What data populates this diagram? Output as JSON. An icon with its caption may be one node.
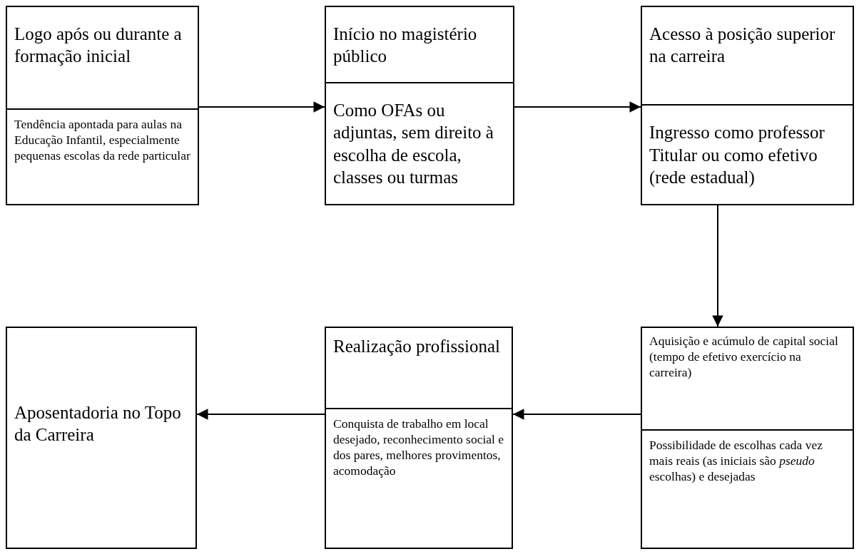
{
  "diagram": {
    "nodes": [
      {
        "text": [
          "Logo após ou durante a formação inicial",
          "Tendência apontada para aulas na Educação Infantil, especialmente pequenas escolas da rede particular"
        ]
      },
      {
        "text": [
          "Início no magistério público",
          "Como OFAs ou adjuntas, sem direito à escolha de escola, classes ou turmas"
        ]
      },
      {
        "text": [
          "Acesso à posição superior na carreira",
          "Ingresso como professor Titular ou como efetivo (rede estadual)"
        ]
      },
      {
        "text": [
          "Aposentadoria no Topo da Carreira"
        ]
      },
      {
        "text": [
          "Realização profissional",
          "Conquista de trabalho em local desejado, reconhecimento social e dos pares, melhores provimentos, acomodação"
        ]
      },
      {
        "text": [
          "Aquisição e acúmulo de capital social (tempo de efetivo exercício na carreira)",
          "Possibilidade de escolhas cada vez mais reais (as iniciais são *pseudo* escolhas) e desejadas"
        ]
      }
    ],
    "edges": [
      {
        "from": 0,
        "to": 1,
        "arrow": "to"
      },
      {
        "from": 1,
        "to": 2,
        "arrow": "to"
      },
      {
        "from": 2,
        "to": 5,
        "arrow": "to"
      },
      {
        "from": 5,
        "to": 4,
        "arrow": "to"
      },
      {
        "from": 4,
        "to": 3,
        "arrow": "to"
      }
    ]
  }
}
